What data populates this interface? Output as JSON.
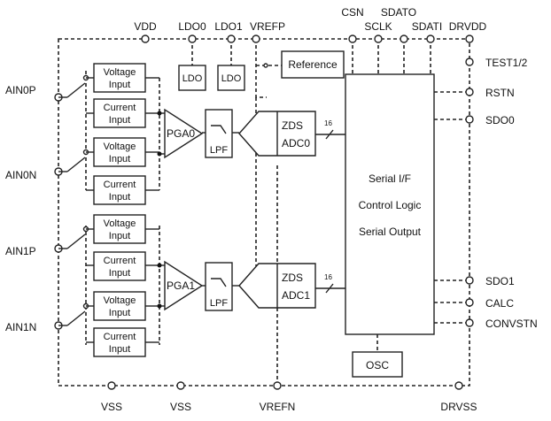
{
  "top_pins": {
    "vdd": "VDD",
    "ldo0": "LDO0",
    "ldo1": "LDO1",
    "vrefp": "VREFP",
    "csn": "CSN",
    "sclk": "SCLK",
    "sdato": "SDATO",
    "sdati": "SDATI",
    "drvdd": "DRVDD"
  },
  "bottom_pins": {
    "vss_a": "VSS",
    "vss_b": "VSS",
    "vrefn": "VREFN",
    "drvss": "DRVSS"
  },
  "left_pins": {
    "ain0p": "AIN0P",
    "ain0n": "AIN0N",
    "ain1p": "AIN1P",
    "ain1n": "AIN1N"
  },
  "right_pins": {
    "test": "TEST1/2",
    "rstn": "RSTN",
    "sdo0": "SDO0",
    "sdo1": "SDO1",
    "calc": "CALC",
    "convstn": "CONVSTN"
  },
  "blocks": {
    "ldo": "LDO",
    "reference": "Reference",
    "voltage_input": [
      "Voltage",
      "Input"
    ],
    "current_input": [
      "Current",
      "Input"
    ],
    "pga0": "PGA0",
    "pga1": "PGA1",
    "lpf": "LPF",
    "adc0": [
      "ZDS",
      "ADC0"
    ],
    "adc1": [
      "ZDS",
      "ADC1"
    ],
    "bus_width": "16",
    "serial": [
      "Serial I/F",
      "Control Logic",
      "Serial Output"
    ],
    "osc": "OSC"
  }
}
